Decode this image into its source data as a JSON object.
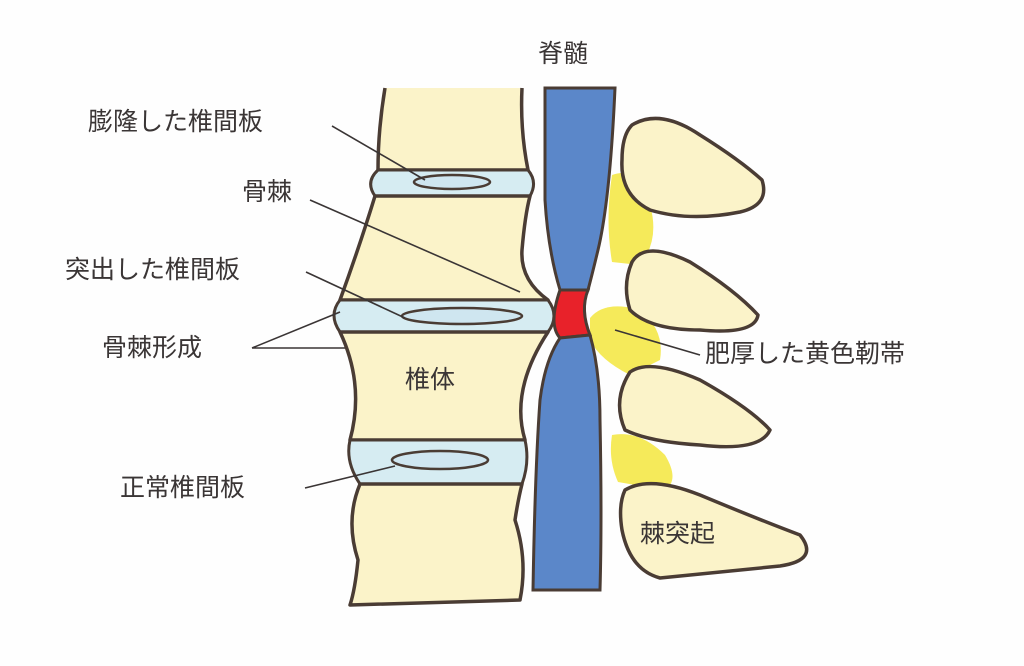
{
  "labels": {
    "spinal_cord": "脊髄",
    "bulging_disc": "膨隆した椎間板",
    "bone_spur": "骨棘",
    "herniated_disc": "突出した椎間板",
    "bone_spur_formation": "骨棘形成",
    "vertebral_body": "椎体",
    "normal_disc": "正常椎間板",
    "thickened_ligamentum_flavum": "肥厚した黄色靭帯",
    "spinous_process": "棘突起"
  },
  "colors": {
    "cord": "#5b87c9",
    "compression": "#e8222a",
    "bone": "#fbf3c9",
    "ligament": "#f5ea5a",
    "disc": "#d6ecf2"
  }
}
